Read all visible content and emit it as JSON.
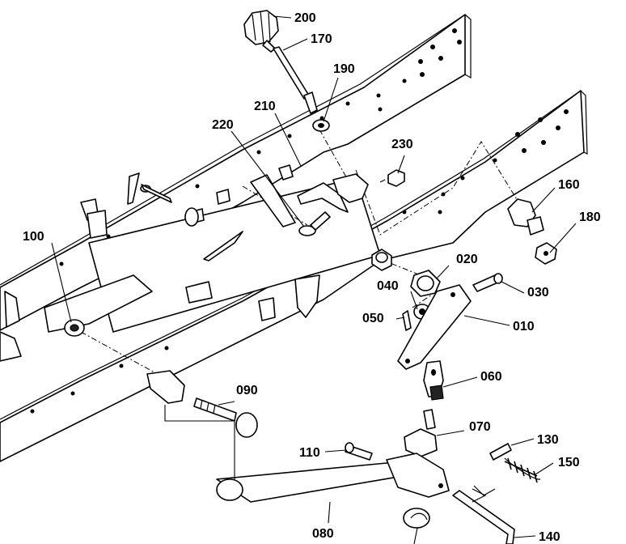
{
  "callouts": [
    {
      "id": "c200",
      "text": "200"
    },
    {
      "id": "c170",
      "text": "170"
    },
    {
      "id": "c190",
      "text": "190"
    },
    {
      "id": "c210",
      "text": "210"
    },
    {
      "id": "c220",
      "text": "220"
    },
    {
      "id": "c230",
      "text": "230"
    },
    {
      "id": "c160",
      "text": "160"
    },
    {
      "id": "c180",
      "text": "180"
    },
    {
      "id": "c100",
      "text": "100"
    },
    {
      "id": "c020",
      "text": "020"
    },
    {
      "id": "c040",
      "text": "040"
    },
    {
      "id": "c030",
      "text": "030"
    },
    {
      "id": "c050",
      "text": "050"
    },
    {
      "id": "c010",
      "text": "010"
    },
    {
      "id": "c060",
      "text": "060"
    },
    {
      "id": "c090",
      "text": "090"
    },
    {
      "id": "c070",
      "text": "070"
    },
    {
      "id": "c110",
      "text": "110"
    },
    {
      "id": "c130",
      "text": "130"
    },
    {
      "id": "c150",
      "text": "150"
    },
    {
      "id": "c080",
      "text": "080"
    },
    {
      "id": "c140",
      "text": "140"
    }
  ]
}
